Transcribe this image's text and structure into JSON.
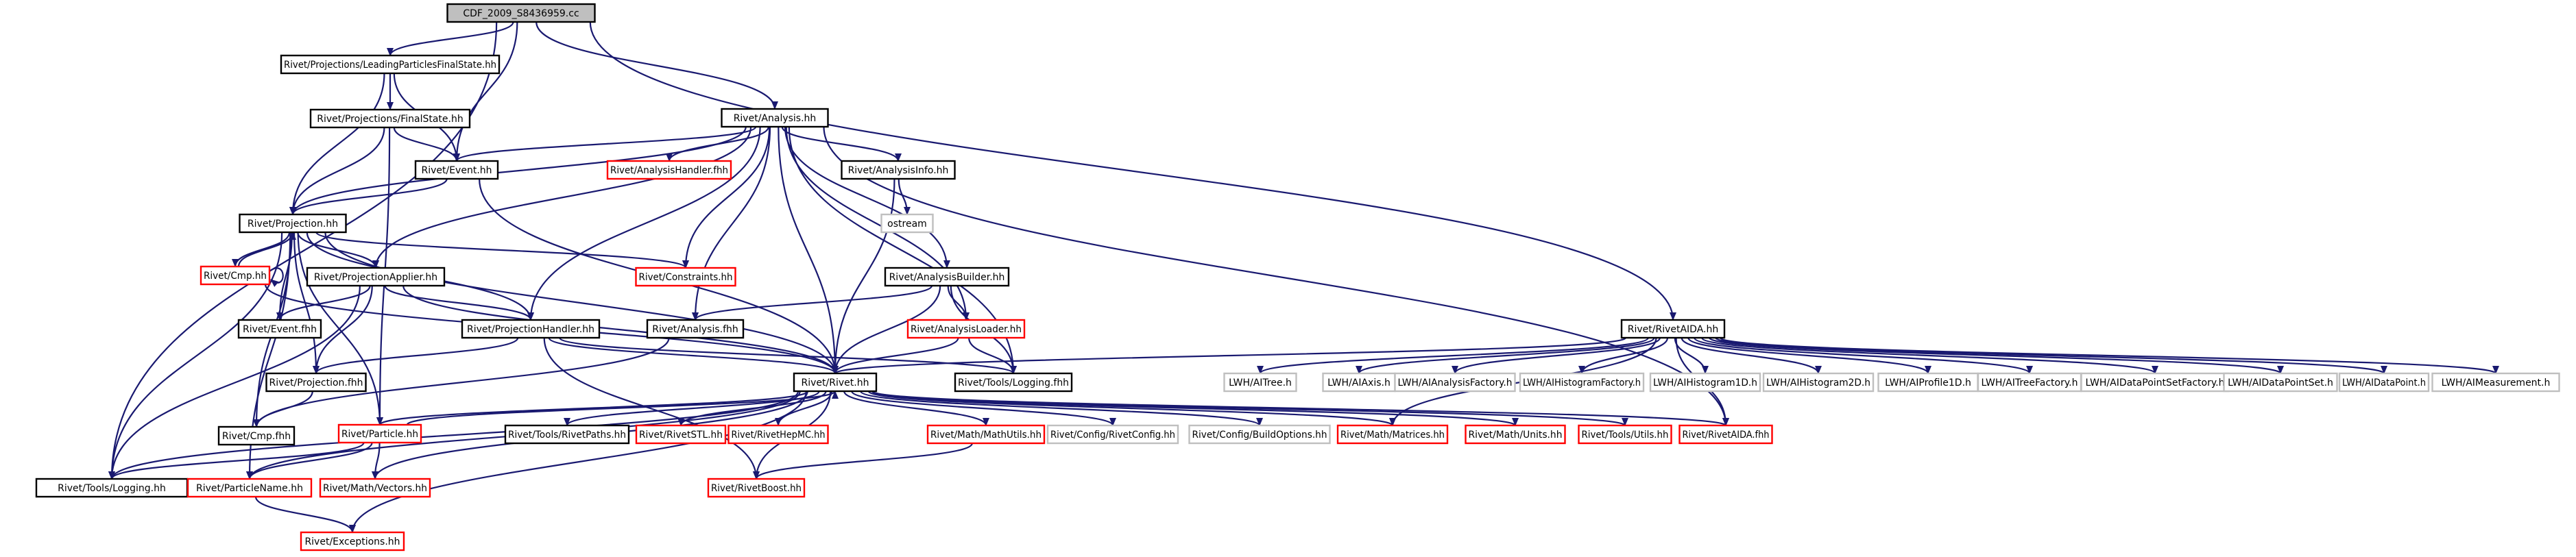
{
  "colors": {
    "edge": "#191970",
    "node_border_black": "#000000",
    "node_border_red": "#ff0000",
    "node_border_gray": "#bfbfbf",
    "root_fill": "#bfbfbf",
    "text": "#000000"
  },
  "nodes": [
    {
      "id": "root",
      "label": "CDF_2009_S8436959.cc",
      "style": "root"
    },
    {
      "id": "lpfs",
      "label": "Rivet/Projections/LeadingParticlesFinalState.hh",
      "style": "black"
    },
    {
      "id": "fs",
      "label": "Rivet/Projections/FinalState.hh",
      "style": "black"
    },
    {
      "id": "analysis",
      "label": "Rivet/Analysis.hh",
      "style": "black"
    },
    {
      "id": "ahandler",
      "label": "Rivet/AnalysisHandler.fhh",
      "style": "red"
    },
    {
      "id": "event",
      "label": "Rivet/Event.hh",
      "style": "black"
    },
    {
      "id": "ainfo",
      "label": "Rivet/AnalysisInfo.hh",
      "style": "black"
    },
    {
      "id": "ostream",
      "label": "ostream",
      "style": "gray"
    },
    {
      "id": "projection",
      "label": "Rivet/Projection.hh",
      "style": "black"
    },
    {
      "id": "cmp",
      "label": "Rivet/Cmp.hh",
      "style": "red"
    },
    {
      "id": "papplier",
      "label": "Rivet/ProjectionApplier.hh",
      "style": "black"
    },
    {
      "id": "constraints",
      "label": "Rivet/Constraints.hh",
      "style": "red"
    },
    {
      "id": "abuilder",
      "label": "Rivet/AnalysisBuilder.hh",
      "style": "black"
    },
    {
      "id": "eventf",
      "label": "Rivet/Event.fhh",
      "style": "black"
    },
    {
      "id": "phandler",
      "label": "Rivet/ProjectionHandler.hh",
      "style": "black"
    },
    {
      "id": "analysisf",
      "label": "Rivet/Analysis.fhh",
      "style": "black"
    },
    {
      "id": "aloader",
      "label": "Rivet/AnalysisLoader.hh",
      "style": "red"
    },
    {
      "id": "riveth",
      "label": "Rivet/Rivet.hh",
      "style": "black"
    },
    {
      "id": "projf",
      "label": "Rivet/Projection.fhh",
      "style": "black"
    },
    {
      "id": "tlogf",
      "label": "Rivet/Tools/Logging.fhh",
      "style": "black"
    },
    {
      "id": "cmpf",
      "label": "Rivet/Cmp.fhh",
      "style": "black"
    },
    {
      "id": "particle",
      "label": "Rivet/Particle.hh",
      "style": "red"
    },
    {
      "id": "rpaths",
      "label": "Rivet/Tools/RivetPaths.hh",
      "style": "black"
    },
    {
      "id": "rstl",
      "label": "Rivet/RivetSTL.hh",
      "style": "red"
    },
    {
      "id": "hepmc",
      "label": "Rivet/RivetHepMC.hh",
      "style": "red"
    },
    {
      "id": "mathutils",
      "label": "Rivet/Math/MathUtils.hh",
      "style": "red"
    },
    {
      "id": "rconfig",
      "label": "Rivet/Config/RivetConfig.hh",
      "style": "gray"
    },
    {
      "id": "buildopts",
      "label": "Rivet/Config/BuildOptions.hh",
      "style": "gray"
    },
    {
      "id": "matrices",
      "label": "Rivet/Math/Matrices.hh",
      "style": "red"
    },
    {
      "id": "units",
      "label": "Rivet/Math/Units.hh",
      "style": "red"
    },
    {
      "id": "utils",
      "label": "Rivet/Tools/Utils.hh",
      "style": "red"
    },
    {
      "id": "aidaf",
      "label": "Rivet/RivetAIDA.fhh",
      "style": "red"
    },
    {
      "id": "tlog",
      "label": "Rivet/Tools/Logging.hh",
      "style": "black"
    },
    {
      "id": "pname",
      "label": "Rivet/ParticleName.hh",
      "style": "red"
    },
    {
      "id": "vectors",
      "label": "Rivet/Math/Vectors.hh",
      "style": "red"
    },
    {
      "id": "boost",
      "label": "Rivet/RivetBoost.hh",
      "style": "red"
    },
    {
      "id": "exceptions",
      "label": "Rivet/Exceptions.hh",
      "style": "red"
    },
    {
      "id": "aidahh",
      "label": "Rivet/RivetAIDA.hh",
      "style": "black"
    },
    {
      "id": "itree",
      "label": "LWH/AITree.h",
      "style": "gray"
    },
    {
      "id": "iaxis",
      "label": "LWH/AIAxis.h",
      "style": "gray"
    },
    {
      "id": "ianf",
      "label": "LWH/AIAnalysisFactory.h",
      "style": "gray"
    },
    {
      "id": "ihf",
      "label": "LWH/AIHistogramFactory.h",
      "style": "gray"
    },
    {
      "id": "ih1",
      "label": "LWH/AIHistogram1D.h",
      "style": "gray"
    },
    {
      "id": "ih2",
      "label": "LWH/AIHistogram2D.h",
      "style": "gray"
    },
    {
      "id": "ip1",
      "label": "LWH/AIProfile1D.h",
      "style": "gray"
    },
    {
      "id": "itf",
      "label": "LWH/AITreeFactory.h",
      "style": "gray"
    },
    {
      "id": "idpsf",
      "label": "LWH/AIDataPointSetFactory.h",
      "style": "gray"
    },
    {
      "id": "idps",
      "label": "LWH/AIDataPointSet.h",
      "style": "gray"
    },
    {
      "id": "idp",
      "label": "LWH/AIDataPoint.h",
      "style": "gray"
    },
    {
      "id": "imeas",
      "label": "LWH/AIMeasurement.h",
      "style": "gray"
    }
  ],
  "edges": [
    [
      "root",
      "lpfs"
    ],
    [
      "root",
      "analysis"
    ],
    [
      "root",
      "aidahh"
    ],
    [
      "root",
      "tlog"
    ],
    [
      "root",
      "event"
    ],
    [
      "lpfs",
      "fs"
    ],
    [
      "lpfs",
      "projection"
    ],
    [
      "lpfs",
      "event"
    ],
    [
      "fs",
      "projection"
    ],
    [
      "fs",
      "event"
    ],
    [
      "fs",
      "particle"
    ],
    [
      "analysis",
      "ahandler"
    ],
    [
      "analysis",
      "event"
    ],
    [
      "analysis",
      "ainfo"
    ],
    [
      "analysis",
      "projection"
    ],
    [
      "analysis",
      "papplier"
    ],
    [
      "analysis",
      "constraints"
    ],
    [
      "analysis",
      "abuilder"
    ],
    [
      "analysis",
      "phandler"
    ],
    [
      "analysis",
      "analysisf"
    ],
    [
      "analysis",
      "aloader"
    ],
    [
      "analysis",
      "riveth"
    ],
    [
      "analysis",
      "tlogf"
    ],
    [
      "analysis",
      "aidaf"
    ],
    [
      "event",
      "projection"
    ],
    [
      "event",
      "riveth"
    ],
    [
      "ainfo",
      "ostream"
    ],
    [
      "ainfo",
      "riveth"
    ],
    [
      "projection",
      "cmp"
    ],
    [
      "projection",
      "papplier"
    ],
    [
      "projection",
      "constraints"
    ],
    [
      "projection",
      "eventf"
    ],
    [
      "projection",
      "phandler"
    ],
    [
      "projection",
      "projf"
    ],
    [
      "projection",
      "cmpf"
    ],
    [
      "projection",
      "riveth"
    ],
    [
      "projection",
      "tlog"
    ],
    [
      "projection",
      "pname"
    ],
    [
      "projection",
      "particle"
    ],
    [
      "cmp",
      "projection"
    ],
    [
      "cmp",
      "cmp"
    ],
    [
      "cmp",
      "riveth"
    ],
    [
      "papplier",
      "eventf"
    ],
    [
      "papplier",
      "phandler"
    ],
    [
      "papplier",
      "projf"
    ],
    [
      "papplier",
      "riveth"
    ],
    [
      "papplier",
      "tlog"
    ],
    [
      "abuilder",
      "analysisf"
    ],
    [
      "abuilder",
      "aloader"
    ],
    [
      "abuilder",
      "riveth"
    ],
    [
      "abuilder",
      "tlogf"
    ],
    [
      "phandler",
      "projf"
    ],
    [
      "phandler",
      "riveth"
    ],
    [
      "phandler",
      "tlogf"
    ],
    [
      "phandler",
      "boost"
    ],
    [
      "analysisf",
      "cmpf"
    ],
    [
      "aloader",
      "riveth"
    ],
    [
      "aloader",
      "tlogf"
    ],
    [
      "projf",
      "cmpf"
    ],
    [
      "riveth",
      "particle"
    ],
    [
      "riveth",
      "rpaths"
    ],
    [
      "riveth",
      "rstl"
    ],
    [
      "riveth",
      "hepmc"
    ],
    [
      "riveth",
      "mathutils"
    ],
    [
      "riveth",
      "rconfig"
    ],
    [
      "riveth",
      "buildopts"
    ],
    [
      "riveth",
      "matrices"
    ],
    [
      "riveth",
      "units"
    ],
    [
      "riveth",
      "utils"
    ],
    [
      "riveth",
      "aidaf"
    ],
    [
      "riveth",
      "tlog"
    ],
    [
      "riveth",
      "pname"
    ],
    [
      "riveth",
      "vectors"
    ],
    [
      "riveth",
      "boost"
    ],
    [
      "riveth",
      "exceptions"
    ],
    [
      "particle",
      "riveth"
    ],
    [
      "particle",
      "pname"
    ],
    [
      "particle",
      "vectors"
    ],
    [
      "particle",
      "tlog"
    ],
    [
      "mathutils",
      "boost"
    ],
    [
      "pname",
      "exceptions"
    ],
    [
      "aidahh",
      "riveth"
    ],
    [
      "aidahh",
      "itree"
    ],
    [
      "aidahh",
      "iaxis"
    ],
    [
      "aidahh",
      "ianf"
    ],
    [
      "aidahh",
      "ihf"
    ],
    [
      "aidahh",
      "ih1"
    ],
    [
      "aidahh",
      "ih2"
    ],
    [
      "aidahh",
      "ip1"
    ],
    [
      "aidahh",
      "itf"
    ],
    [
      "aidahh",
      "idpsf"
    ],
    [
      "aidahh",
      "idps"
    ],
    [
      "aidahh",
      "idp"
    ],
    [
      "aidahh",
      "imeas"
    ],
    [
      "aidahh",
      "aidaf"
    ],
    [
      "aidahh",
      "matrices"
    ]
  ]
}
